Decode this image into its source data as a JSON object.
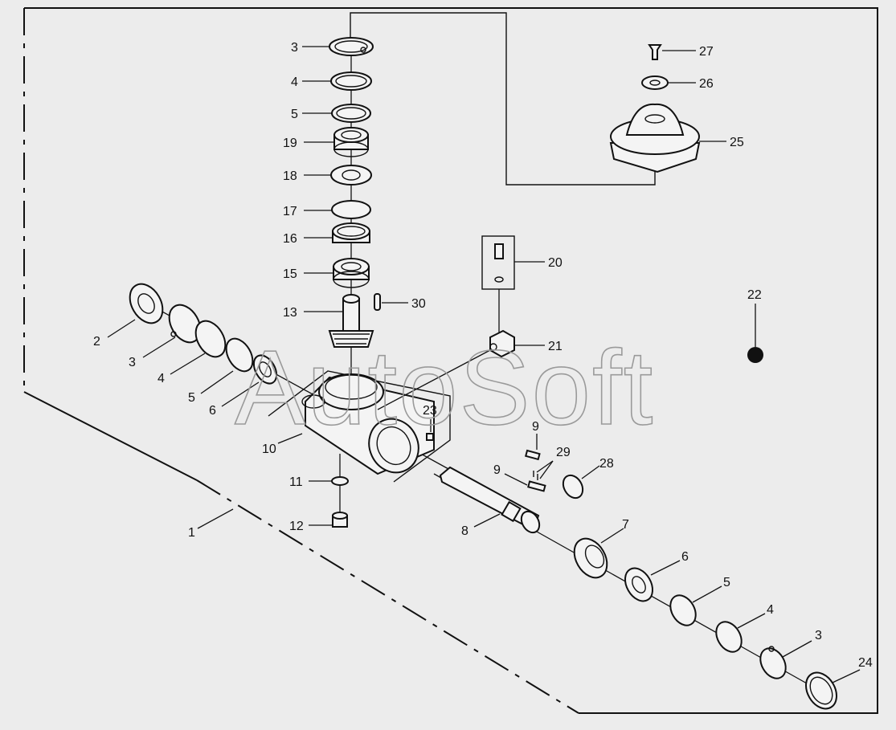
{
  "watermark": "AutoSoft",
  "callouts": {
    "c1": "1",
    "c2": "2",
    "c3a": "3",
    "c3b": "3",
    "c3c": "3",
    "c4a": "4",
    "c4b": "4",
    "c4c": "4",
    "c5a": "5",
    "c5b": "5",
    "c5c": "5",
    "c6a": "6",
    "c6b": "6",
    "c7": "7",
    "c8": "8",
    "c9a": "9",
    "c9b": "9",
    "c10": "10",
    "c11": "11",
    "c12": "12",
    "c13": "13",
    "c15": "15",
    "c16": "16",
    "c17": "17",
    "c18": "18",
    "c19": "19",
    "c20": "20",
    "c21": "21",
    "c22": "22",
    "c23": "23",
    "c24": "24",
    "c25": "25",
    "c26": "26",
    "c27": "27",
    "c28": "28",
    "c29": "29",
    "c30": "30"
  },
  "colors": {
    "ink": "#111111",
    "paper": "#ececec",
    "watermark": "#9a9a9a"
  }
}
